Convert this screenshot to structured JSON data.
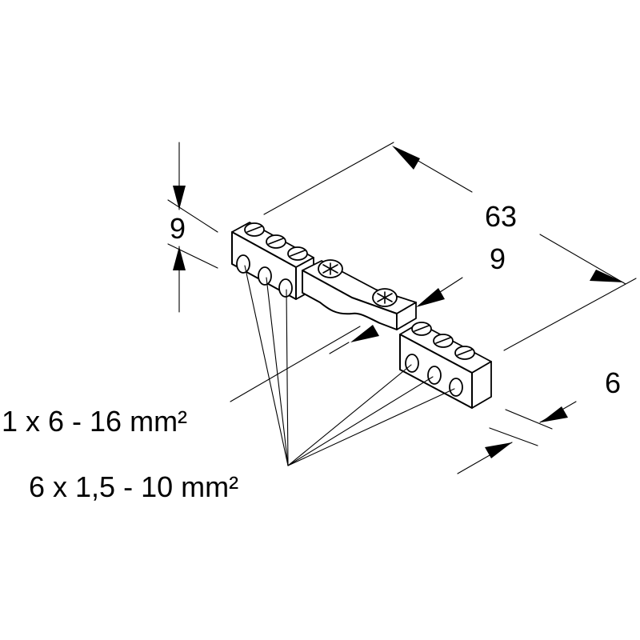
{
  "dimensions": {
    "length": "63",
    "height_left": "9",
    "height_right": "9",
    "width": "6"
  },
  "callouts": {
    "single_terminal": "1 x 6 - 16 mm²",
    "multi_terminal": "6 x 1,5 - 10 mm²"
  }
}
